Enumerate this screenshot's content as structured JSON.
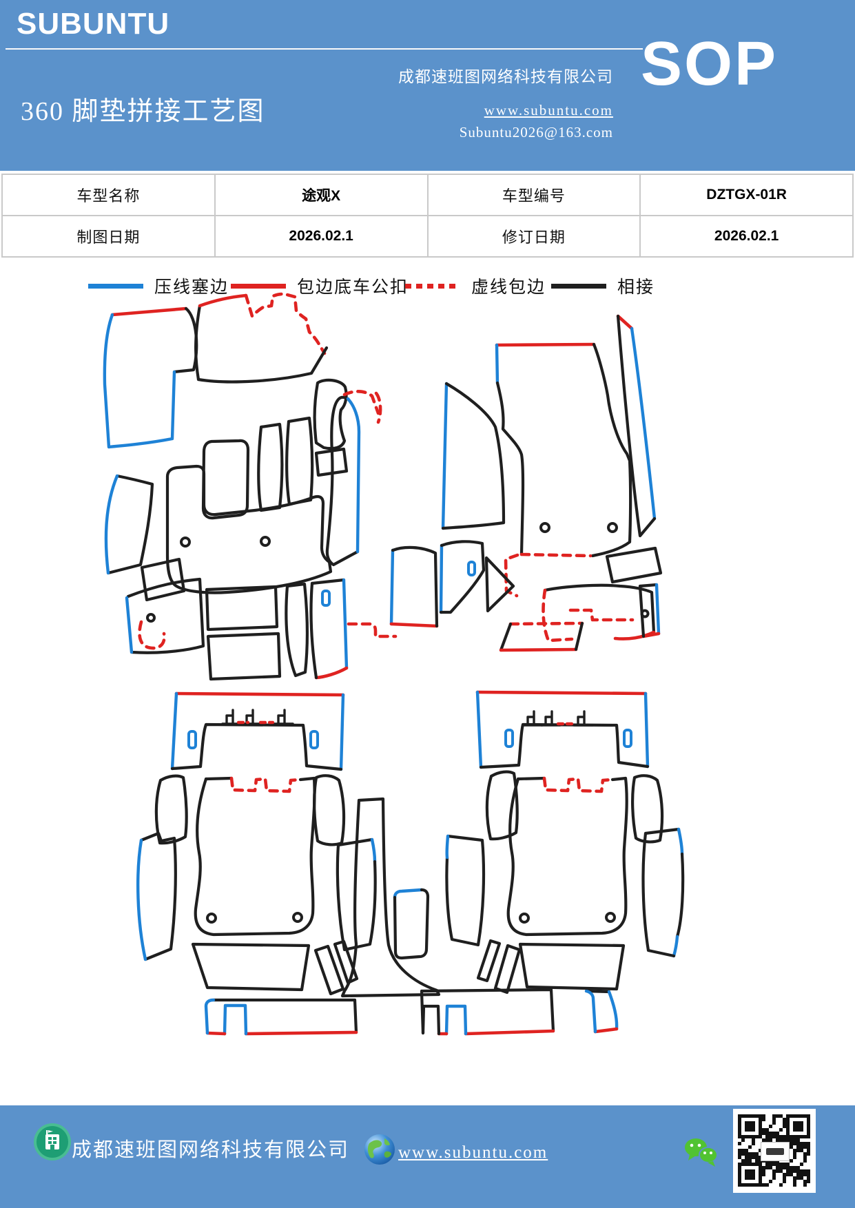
{
  "header": {
    "brand": "SUBUNTU",
    "title": "360 脚垫拼接工艺图",
    "company": "成都速班图网络科技有限公司",
    "badge": "SOP",
    "website": "www.subuntu.com",
    "email": "Subuntu2026@163.com",
    "background_color": "#5b92cb"
  },
  "info_table": {
    "rows": [
      [
        "车型名称",
        "途观X",
        "车型编号",
        "DZTGX-01R"
      ],
      [
        "制图日期",
        "2026.02.1",
        "修订日期",
        "2026.02.1"
      ]
    ]
  },
  "legend": {
    "items": [
      {
        "label": "压线塞边",
        "color": "#1e82d6",
        "style": "solid"
      },
      {
        "label": "包边底车公扣",
        "color": "#df2321",
        "style": "solid"
      },
      {
        "label": "虚线包边",
        "color": "#df2321",
        "style": "dashed"
      },
      {
        "label": "相接",
        "color": "#1f1f1f",
        "style": "solid"
      }
    ]
  },
  "diagram_colors": {
    "outline_black": "#1f1f1f",
    "edge_blue": "#1e82d6",
    "edge_red": "#df2321"
  },
  "footer": {
    "company": "成都速班图网络科技有限公司",
    "website": "www.subuntu.com",
    "background_color": "#5b92cb"
  }
}
